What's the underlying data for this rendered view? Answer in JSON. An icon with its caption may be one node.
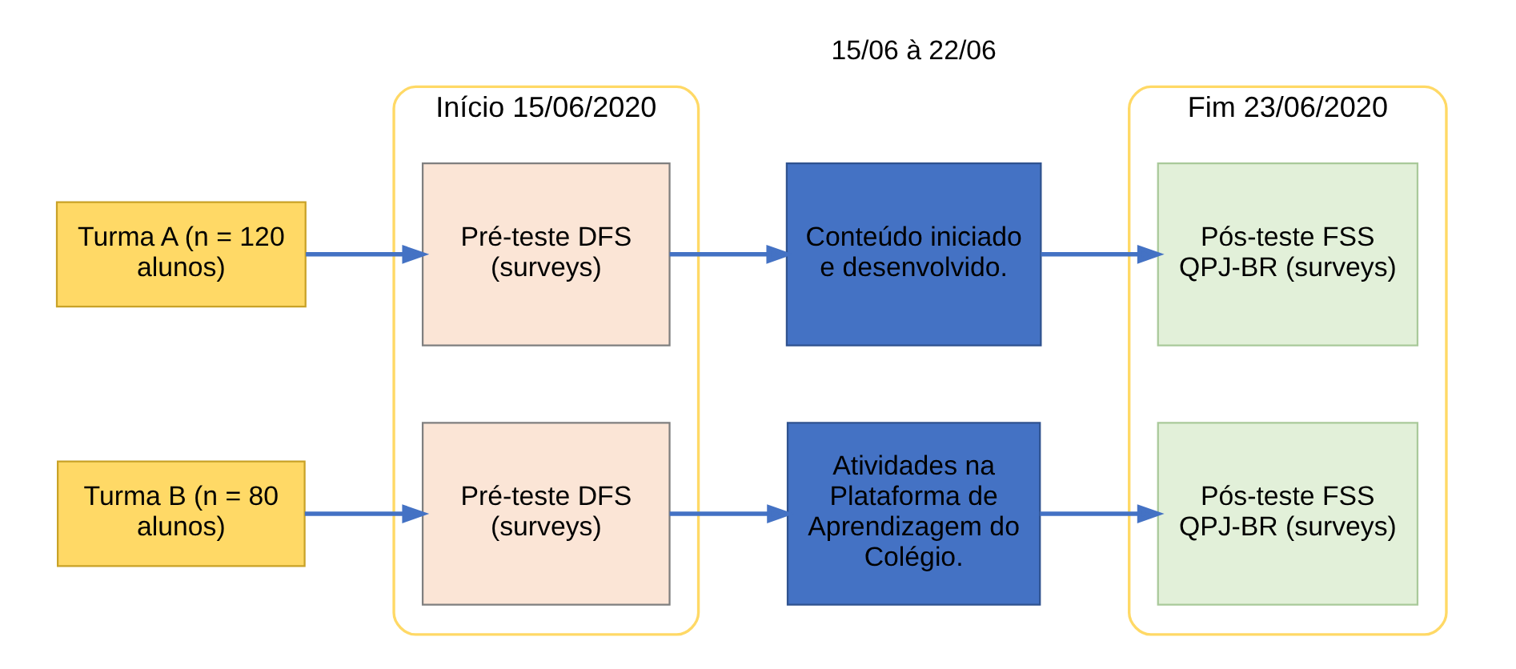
{
  "diagram": {
    "nodes": [
      {
        "text": [
          "Turma A (n = 120 alunos)"
        ]
      },
      {
        "text": [
          "Turma B (n = 80 alunos)"
        ]
      },
      {
        "text": [
          "Início 15/06/2020"
        ]
      },
      {
        "text": [
          "Pré-teste DFS (surveys)"
        ],
        "in": 2
      },
      {
        "text": [
          "Pré-teste DFS (surveys)"
        ],
        "in": 2
      },
      {
        "text": [
          "Conteúdo iniciado e desenvolvido."
        ]
      },
      {
        "text": [
          "Atividades na Plataforma de Aprendizagem do Colégio."
        ]
      },
      {
        "text": [
          "Fim 23/06/2020"
        ]
      },
      {
        "text": [
          "Pós-teste FSS QPJ-BR (surveys)"
        ],
        "in": 7
      },
      {
        "text": [
          "Pós-teste FSS QPJ-BR (surveys)"
        ],
        "in": 7
      }
    ],
    "edges": [
      {
        "from": 0,
        "to": 3,
        "arrow": "to"
      },
      {
        "from": 1,
        "to": 4,
        "arrow": "to"
      },
      {
        "from": 3,
        "to": 5,
        "arrow": "to"
      },
      {
        "from": 4,
        "to": 6,
        "arrow": "to"
      },
      {
        "from": 5,
        "to": 8,
        "arrow": "to"
      },
      {
        "from": 6,
        "to": 9,
        "arrow": "to"
      }
    ],
    "labels": [
      "15/06 à 22/06"
    ]
  }
}
